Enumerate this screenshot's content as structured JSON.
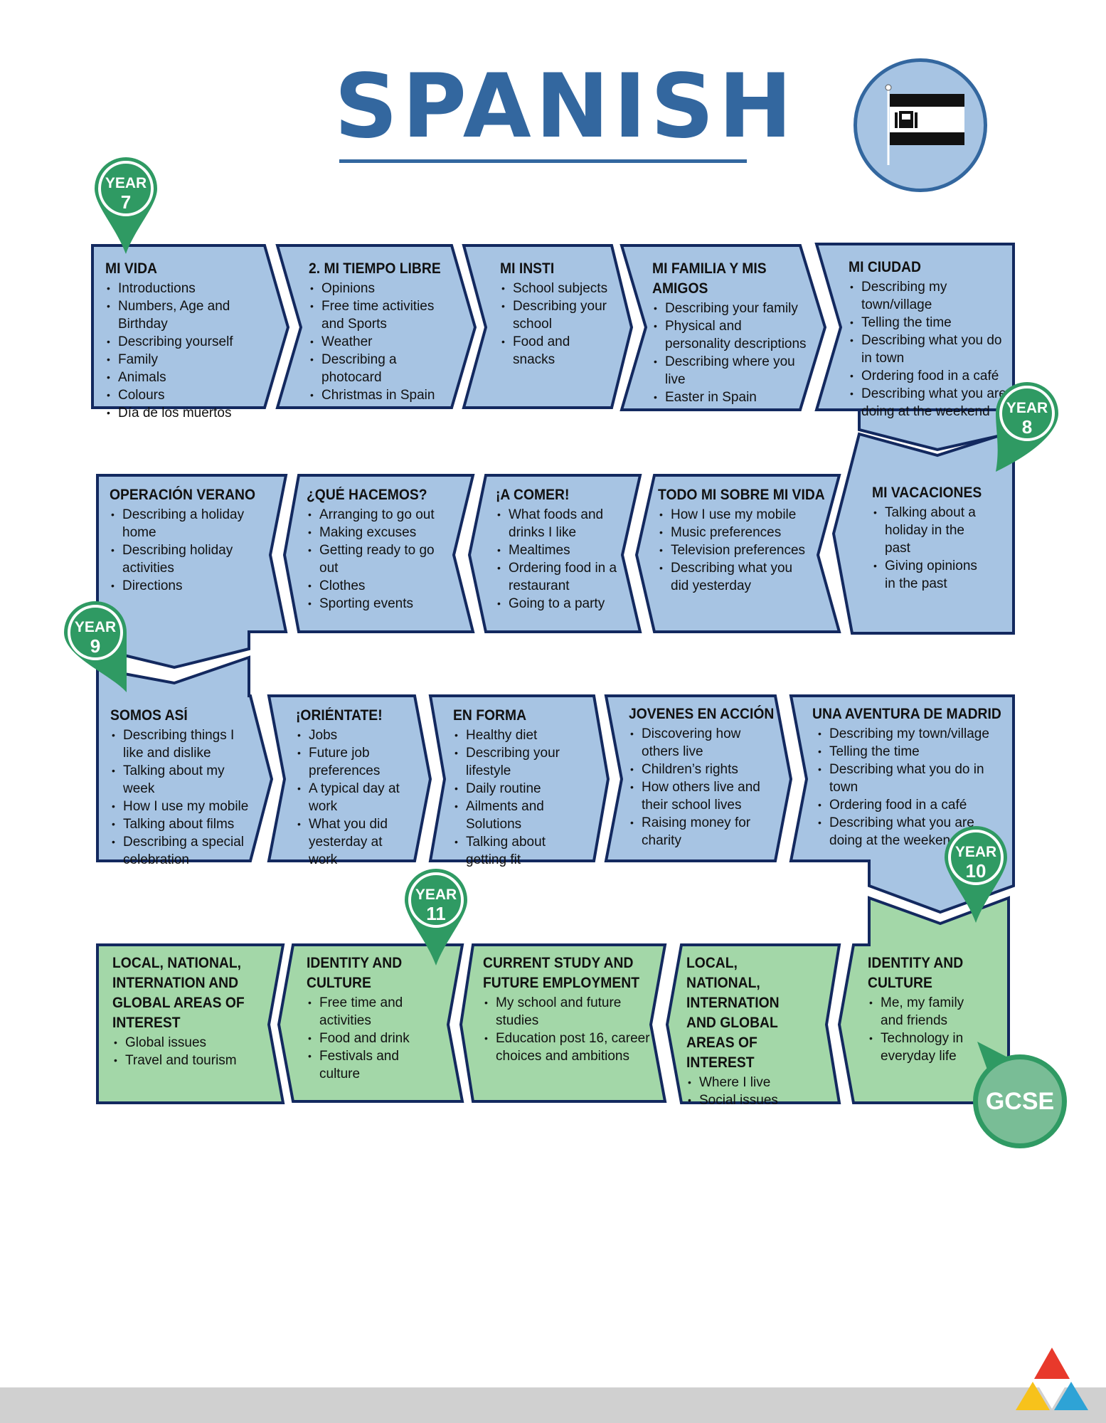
{
  "title": "SPANISH",
  "colors": {
    "title": "#33679f",
    "blue_fill": "#a7c4e3",
    "green_fill": "#a3d7a8",
    "outline": "#13295f",
    "pin": "#2f9a63",
    "bottom_bar": "#d0d0d0"
  },
  "flag_icon": "spanish-flag-icon",
  "pins": [
    {
      "label": "YEAR",
      "number": "7"
    },
    {
      "label": "YEAR",
      "number": "8"
    },
    {
      "label": "YEAR",
      "number": "9"
    },
    {
      "label": "YEAR",
      "number": "10"
    },
    {
      "label": "YEAR",
      "number": "11"
    }
  ],
  "gcse_label": "GCSE",
  "rows": [
    {
      "year": "7",
      "boxes": [
        {
          "title": "MI VIDA",
          "items": [
            "Introductions",
            "Numbers, Age and Birthday",
            "Describing yourself",
            "Family",
            "Animals",
            "Colours",
            "Día de los muertos"
          ]
        },
        {
          "title": "2. MI TIEMPO LIBRE",
          "items": [
            "Opinions",
            "Free time activities and Sports",
            "Weather",
            "Describing a photocard",
            "Christmas in Spain"
          ]
        },
        {
          "title": "MI INSTI",
          "items": [
            "School subjects",
            "Describing your school",
            "Food and snacks"
          ]
        },
        {
          "title": "MI FAMILIA Y MIS AMIGOS",
          "items": [
            "Describing your family",
            "Physical and personality descriptions",
            "Describing where you live",
            "Easter in Spain"
          ]
        },
        {
          "title": "MI CIUDAD",
          "items": [
            "Describing my town/village",
            "Telling the time",
            "Describing what you do in town",
            "Ordering food in a café",
            "Describing what you are doing at the weekend"
          ]
        }
      ]
    },
    {
      "year": "8",
      "boxes": [
        {
          "title": "MI VACACIONES",
          "items": [
            "Talking about a holiday in the past",
            "Giving opinions in the past"
          ]
        },
        {
          "title": "TODO MI SOBRE MI VIDA",
          "items": [
            "How I use my mobile",
            "Music preferences",
            "Television preferences",
            "Describing what you did yesterday"
          ]
        },
        {
          "title": "¡A COMER!",
          "items": [
            "What foods and drinks I like",
            "Mealtimes",
            "Ordering food in a restaurant",
            "Going to a party"
          ]
        },
        {
          "title": "¿QUÉ HACEMOS?",
          "items": [
            "Arranging to go out",
            "Making excuses",
            "Getting ready to go out",
            "Clothes",
            "Sporting events"
          ]
        },
        {
          "title": "OPERACIÓN VERANO",
          "items": [
            "Describing a holiday home",
            "Describing holiday activities",
            "Directions"
          ]
        }
      ]
    },
    {
      "year": "9",
      "boxes": [
        {
          "title": "SOMOS ASÍ",
          "items": [
            "Describing things I like and dislike",
            "Talking about my week",
            "How I use my mobile",
            "Talking about films",
            "Describing a special celebration"
          ]
        },
        {
          "title": "¡ORIÉNTATE!",
          "items": [
            "Jobs",
            "Future job preferences",
            "A typical day at work",
            "What you did yesterday at work"
          ]
        },
        {
          "title": "EN FORMA",
          "items": [
            "Healthy diet",
            "Describing your lifestyle",
            "Daily routine",
            "Ailments and Solutions",
            "Talking about getting fit"
          ]
        },
        {
          "title": "JOVENES EN ACCIÓN",
          "items": [
            "Discovering how others live",
            "Children’s rights",
            "How others live and their school lives",
            "Raising money for charity"
          ]
        },
        {
          "title": "UNA AVENTURA DE MADRID",
          "items": [
            "Describing my town/village",
            "Telling the time",
            "Describing what you do in town",
            "Ordering food in a café",
            "Describing what you are doing at the weekend"
          ]
        }
      ]
    },
    {
      "year": "10 / 11",
      "boxes": [
        {
          "title": "IDENTITY AND CULTURE",
          "items": [
            "Me, my family and friends",
            "Technology in everyday life"
          ]
        },
        {
          "title": "LOCAL, NATIONAL, INTERNATION AND GLOBAL AREAS OF INTEREST",
          "items": [
            "Where I live",
            "Social issues"
          ]
        },
        {
          "title": "CURRENT STUDY AND FUTURE EMPLOYMENT",
          "items": [
            "My school and future studies",
            "Education post 16, career choices and ambitions"
          ]
        },
        {
          "title": "IDENTITY AND CULTURE",
          "items": [
            "Free time and activities",
            "Food and drink",
            "Festivals and culture"
          ]
        },
        {
          "title": "LOCAL, NATIONAL, INTERNATION AND GLOBAL AREAS OF INTEREST",
          "items": [
            "Global issues",
            "Travel and tourism"
          ]
        }
      ]
    }
  ]
}
